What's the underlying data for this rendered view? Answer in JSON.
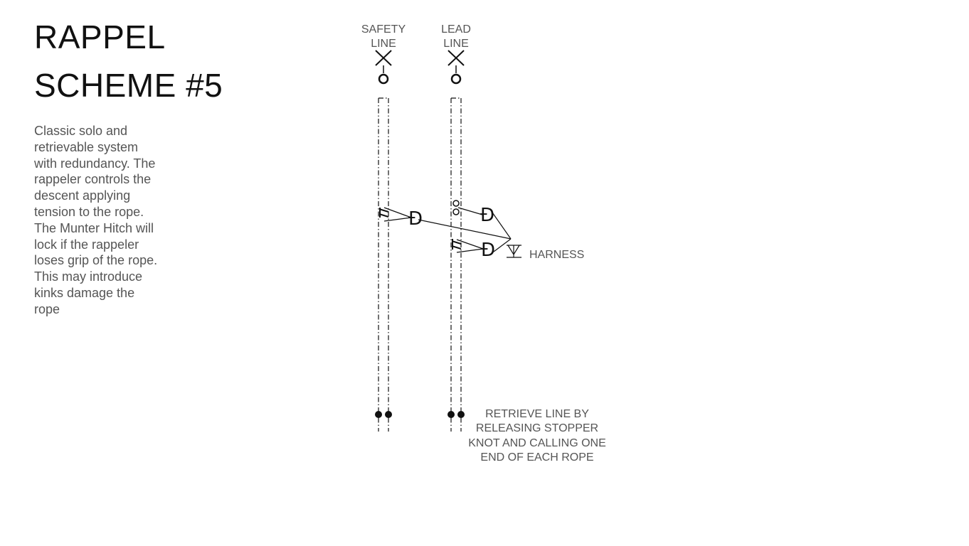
{
  "title": {
    "line1": "RAPPEL",
    "line2": "SCHEME #5"
  },
  "description": "Classic solo and retrievable system with redundancy. The rappeler controls the descent applying tension to the rope. The Munter Hitch will lock if the rappeler loses grip of the rope. This  may introduce kinks damage the rope",
  "diagram": {
    "safety_line_label": [
      "SAFETY",
      "LINE"
    ],
    "lead_line_label": [
      "LEAD",
      "LINE"
    ],
    "harness_label": "HARNESS",
    "retrieve_note": [
      "RETRIEVE LINE BY",
      "RELEASING STOPPER",
      "KNOT AND CALLING ONE",
      "END OF EACH ROPE"
    ],
    "device_glyph": "Đ",
    "icons": [
      "anchor-x-icon",
      "ring-icon",
      "munter-hitch-icon",
      "descender-device-icon",
      "figure-eight-knot-icon",
      "harness-icon",
      "stopper-knot-icon"
    ],
    "colors": {
      "ink": "#111111",
      "text": "#555555",
      "background": "#ffffff"
    }
  }
}
